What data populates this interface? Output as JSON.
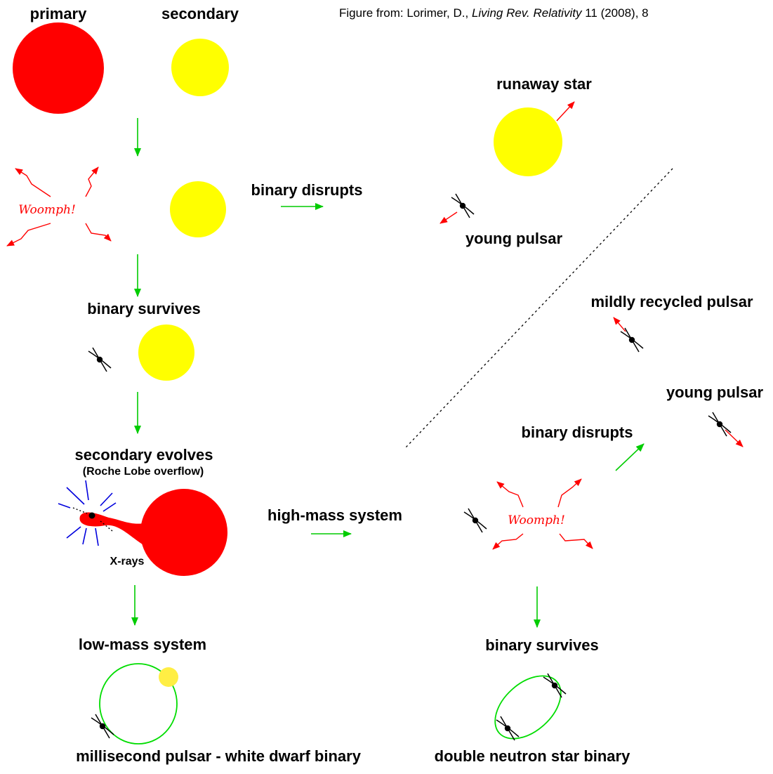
{
  "credit": {
    "prefix": "Figure from: Lorimer, D., ",
    "journal": "Living Rev. Relativity",
    "suffix": " 11 (2008), 8"
  },
  "labels": {
    "primary": "primary",
    "secondary": "secondary",
    "runaway_star": "runaway star",
    "binary_disrupts_top": "binary disrupts",
    "young_pulsar_top": "young pulsar",
    "binary_survives_left": "binary survives",
    "mildly_recycled_pulsar": "mildly recycled pulsar",
    "young_pulsar_right": "young pulsar",
    "binary_disrupts_right": "binary disrupts",
    "secondary_evolves": "secondary evolves",
    "roche_lobe_overflow": "(Roche Lobe overflow)",
    "x_rays": "X-rays",
    "high_mass_system": "high-mass system",
    "low_mass_system": "low-mass system",
    "binary_survives_right": "binary survives",
    "msp_wd_binary": "millisecond pulsar - white dwarf binary",
    "dns_binary": "double neutron star binary",
    "woomph_left": "Woomph!",
    "woomph_right": "Woomph!"
  },
  "colors": {
    "primary_star": "#ff0000",
    "secondary_star": "#ffff00",
    "flow_arrow": "#00cc00",
    "kick_arrow": "#ff0000",
    "x_ray_lines": "#0000dd",
    "orbit": "#00dd00",
    "white_dwarf": "#ffee44"
  },
  "icons": [
    "pulsar-icon",
    "explosion-icon",
    "arrow-icon"
  ]
}
